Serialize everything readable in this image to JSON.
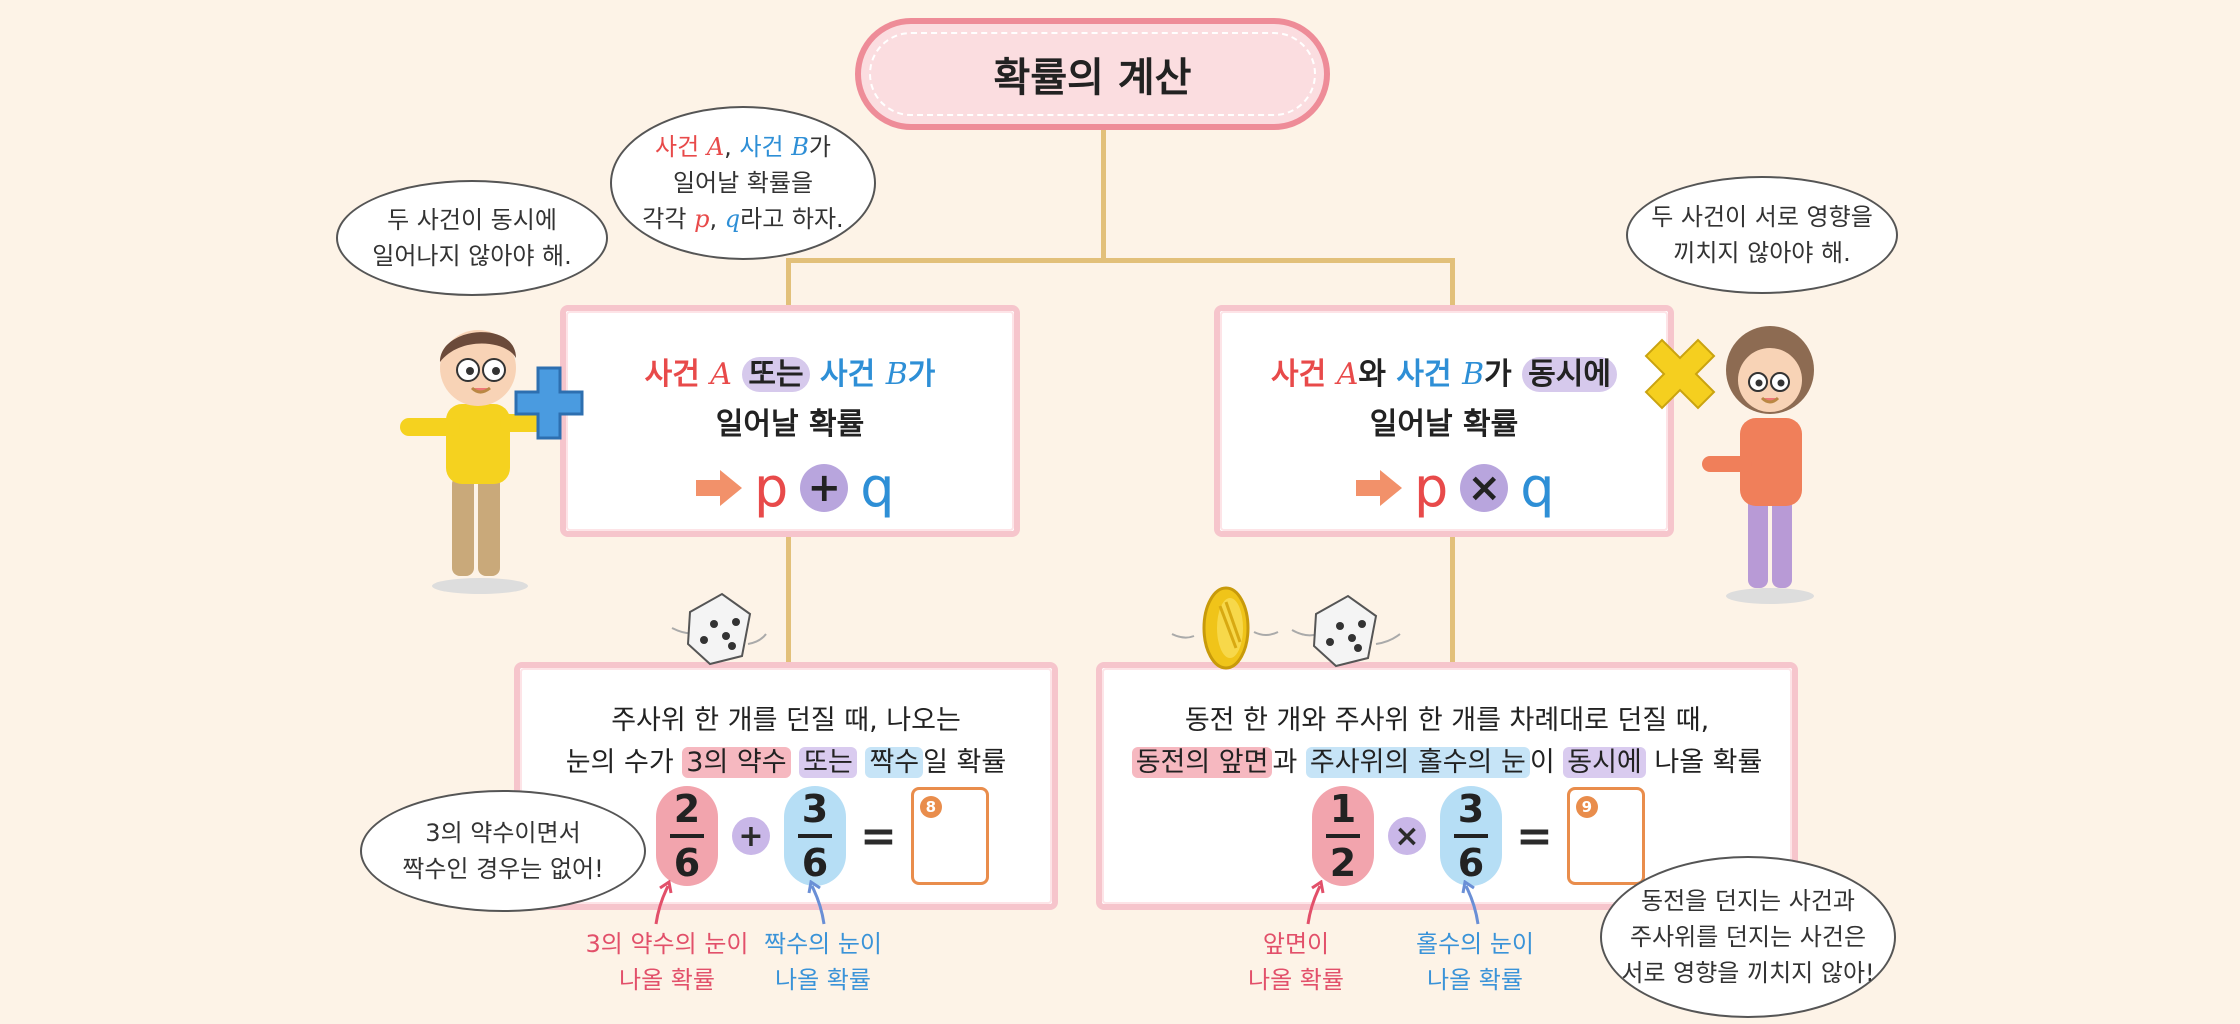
{
  "title": "확률의 계산",
  "bubbles": {
    "top_center": {
      "w1": "사건 ",
      "a": "A",
      "sep": ", ",
      "w2": "사건 ",
      "b": "B",
      "w3": "가",
      "line2": "일어날 확률을",
      "w4": "각각 ",
      "p": "p",
      "comma": ", ",
      "q": "q",
      "w5": "라고 하자."
    },
    "left_boy": {
      "line1": "두 사건이 동시에",
      "line2": "일어나지 않아야 해."
    },
    "right_girl": {
      "line1": "두 사건이 서로 영향을",
      "line2": "끼치지 않아야 해."
    },
    "bottom_left": {
      "line1": "3의 약수이면서",
      "line2": "짝수인 경우는 없어!"
    },
    "bottom_right": {
      "line1": "동전을 던지는 사건과",
      "line2": "주사위를 던지는 사건은",
      "line3": "서로 영향을 끼치지 않아!"
    }
  },
  "rule_add": {
    "w1": "사건 ",
    "a": "A",
    "w2": " ",
    "or": "또는",
    "w3": " 사건 ",
    "b": "B",
    "w4": "가",
    "line2": "일어날 확률",
    "p": "p",
    "op": "+",
    "q": "q"
  },
  "rule_mul": {
    "w1": "사건 ",
    "a": "A",
    "w2": "와 ",
    "w3": "사건 ",
    "b": "B",
    "w4": "가 ",
    "sim": "동시에",
    "line2": "일어날 확률",
    "p": "p",
    "op": "×",
    "q": "q"
  },
  "example_add": {
    "line1": "주사위 한 개를 던질 때, 나오는",
    "l2a": "눈의 수가 ",
    "l2b": "3의 약수",
    "l2c": " ",
    "l2d": "또는",
    "l2e": " ",
    "l2f": "짝수",
    "l2g": "일 확률",
    "f1n": "2",
    "f1d": "6",
    "op": "+",
    "f2n": "3",
    "f2d": "6",
    "eq": "=",
    "answer_no": "8",
    "cap1_line1": "3의 약수의 눈이",
    "cap1_line2": "나올 확률",
    "cap2_line1": "짝수의 눈이",
    "cap2_line2": "나올 확률"
  },
  "example_mul": {
    "line1": "동전 한 개와 주사위 한 개를 차례대로 던질 때,",
    "l2a": "동전의 앞면",
    "l2b": "과 ",
    "l2c": "주사위의 홀수의 눈",
    "l2d": "이 ",
    "l2e": "동시에",
    "l2f": " 나올 확률",
    "f1n": "1",
    "f1d": "2",
    "op": "×",
    "f2n": "3",
    "f2d": "6",
    "eq": "=",
    "answer_no": "9",
    "cap1_line1": "앞면이",
    "cap1_line2": "나올 확률",
    "cap2_line1": "홀수의 눈이",
    "cap2_line2": "나올 확률"
  },
  "colors": {
    "accent_red": "#e84a4a",
    "accent_blue": "#2e8fd6",
    "box_border": "#f6c5cc",
    "connector": "#e2c07a"
  }
}
